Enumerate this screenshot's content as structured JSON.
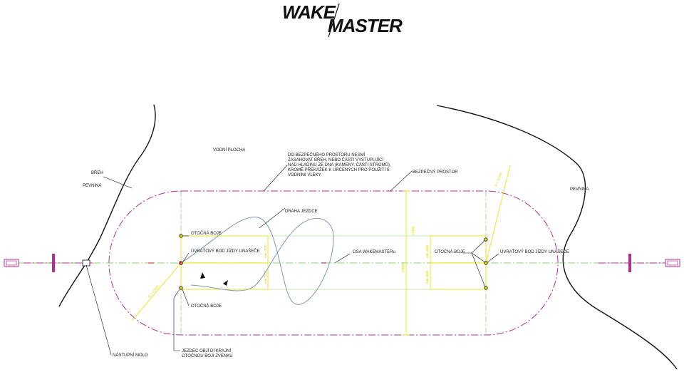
{
  "logo": {
    "line1": "WAKE",
    "line2": "MASTER"
  },
  "labels": {
    "vodni_plocha": "VODNÍ PLOCHA",
    "breh": "BŘEH",
    "pevnina_left": "PEVNINA",
    "pevnina_right": "PEVNINA",
    "note_lines": [
      "DO BEZPEČNÉHO PROSTORU NESMÍ",
      "ZASAHOVAT BŘEH, NEBO ČÁSTI VYSTUPUJÍCÍ",
      "NAD HLADINU ZE DNA (KAMENY, ČÁSTI STROMŮ),",
      "KROMĚ PŘEKÁŽEK K URČENÝCH PRO POUŽITÍ S",
      "VODNÍMI VLEKY"
    ],
    "bezpecny_prostor": "BEZPEČNÝ PROSTOR",
    "draha_jezdce": "DRÁHA JEZDCE",
    "otocna_boje_top": "OTOČNÁ BOJE",
    "uvratovy_left": "ÚVRAŤOVÝ BOD JÍZDY UNAŠEČE",
    "osa_wakemasteru": "OSA WAKEMASTERu",
    "otocna_boje_right": "OTOČNÁ BOJE",
    "uvratovy_right": "ÚVRAŤOVÝ BOD JÍZDY UNAŠEČE",
    "otocna_boje_bottom": "OTOČNÁ BOJE",
    "nastupni_molo": "NÁSTUPNÍ MOLO",
    "jezdec_line1": "JEZDEC OBJÍ  DÍ KRAJNÍ",
    "jezdec_line2": "OTOČNOU BOJI ZVENKU"
  },
  "dimensions": {
    "radius_top": "R = 11500",
    "radius_left": "R = 11500",
    "width_half": "11500",
    "width_full": "23000",
    "buoy_left_top": "min 4500",
    "buoy_left_bottom": "min 4500",
    "buoy_right_top": "min 4500",
    "buoy_right_bottom": "min 4500"
  },
  "colors": {
    "magenta": "#b0308f",
    "green": "#8fd36a",
    "yellow": "#e3e300",
    "path": "#8296ad",
    "ink": "#1a1a1a"
  }
}
